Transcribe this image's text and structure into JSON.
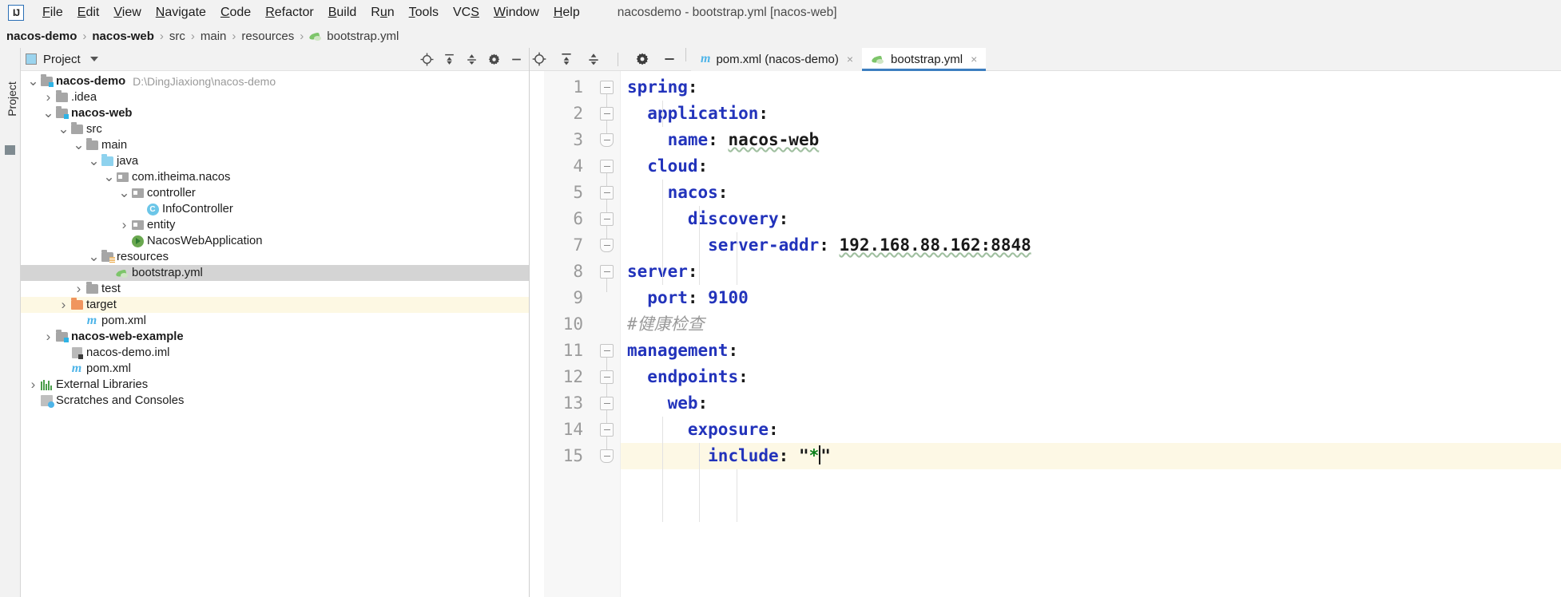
{
  "window": {
    "title": "nacosdemo - bootstrap.yml [nacos-web]",
    "logo": "IJ"
  },
  "menu": {
    "items": [
      {
        "label": "File",
        "mnemonic": "F"
      },
      {
        "label": "Edit",
        "mnemonic": "E"
      },
      {
        "label": "View",
        "mnemonic": "V"
      },
      {
        "label": "Navigate",
        "mnemonic": "N"
      },
      {
        "label": "Code",
        "mnemonic": "C"
      },
      {
        "label": "Refactor",
        "mnemonic": "R"
      },
      {
        "label": "Build",
        "mnemonic": "B"
      },
      {
        "label": "Run",
        "mnemonic": "u"
      },
      {
        "label": "Tools",
        "mnemonic": "T"
      },
      {
        "label": "VCS",
        "mnemonic": "S"
      },
      {
        "label": "Window",
        "mnemonic": "W"
      },
      {
        "label": "Help",
        "mnemonic": "H"
      }
    ]
  },
  "breadcrumb": {
    "items": [
      "nacos-demo",
      "nacos-web",
      "src",
      "main",
      "resources",
      "bootstrap.yml"
    ],
    "separator": "›",
    "file_icon": "yaml-file-icon"
  },
  "toolwindow": {
    "vertical_tab": "Project"
  },
  "project_panel": {
    "title": "Project",
    "dropdown_icon": "chevron-down-icon",
    "actions": [
      {
        "name": "locate-icon",
        "glyph": "⊕"
      },
      {
        "name": "expand-all-icon",
        "glyph": "⇱"
      },
      {
        "name": "collapse-all-icon",
        "glyph": "⇲"
      },
      {
        "name": "settings-gear-icon",
        "glyph": "⚙"
      },
      {
        "name": "hide-panel-icon",
        "glyph": "—"
      }
    ],
    "tree": [
      {
        "label": "nacos-demo",
        "note": "D:\\DingJiaxiong\\nacos-demo",
        "indent": 0,
        "arrow": "down",
        "icon": "module-folder-icon",
        "bold": true,
        "state": "normal"
      },
      {
        "label": ".idea",
        "note": "",
        "indent": 1,
        "arrow": "right",
        "icon": "folder-icon",
        "bold": false,
        "state": "normal"
      },
      {
        "label": "nacos-web",
        "note": "",
        "indent": 1,
        "arrow": "down",
        "icon": "module-folder-icon",
        "bold": true,
        "state": "normal"
      },
      {
        "label": "src",
        "note": "",
        "indent": 2,
        "arrow": "down",
        "icon": "folder-icon",
        "bold": false,
        "state": "normal"
      },
      {
        "label": "main",
        "note": "",
        "indent": 3,
        "arrow": "down",
        "icon": "folder-icon",
        "bold": false,
        "state": "normal"
      },
      {
        "label": "java",
        "note": "",
        "indent": 4,
        "arrow": "down",
        "icon": "source-folder-icon",
        "bold": false,
        "state": "normal"
      },
      {
        "label": "com.itheima.nacos",
        "note": "",
        "indent": 5,
        "arrow": "down",
        "icon": "package-icon",
        "bold": false,
        "state": "normal"
      },
      {
        "label": "controller",
        "note": "",
        "indent": 6,
        "arrow": "down",
        "icon": "package-icon",
        "bold": false,
        "state": "normal"
      },
      {
        "label": "InfoController",
        "note": "",
        "indent": 7,
        "arrow": "none",
        "icon": "java-class-icon",
        "bold": false,
        "state": "normal"
      },
      {
        "label": "entity",
        "note": "",
        "indent": 6,
        "arrow": "right",
        "icon": "package-icon",
        "bold": false,
        "state": "normal"
      },
      {
        "label": "NacosWebApplication",
        "note": "",
        "indent": 6,
        "arrow": "none",
        "icon": "spring-boot-icon",
        "bold": false,
        "state": "normal"
      },
      {
        "label": "resources",
        "note": "",
        "indent": 4,
        "arrow": "down",
        "icon": "resources-folder-icon",
        "bold": false,
        "state": "normal"
      },
      {
        "label": "bootstrap.yml",
        "note": "",
        "indent": 5,
        "arrow": "none",
        "icon": "yaml-file-icon",
        "bold": false,
        "state": "selected"
      },
      {
        "label": "test",
        "note": "",
        "indent": 3,
        "arrow": "right",
        "icon": "folder-icon",
        "bold": false,
        "state": "normal"
      },
      {
        "label": "target",
        "note": "",
        "indent": 2,
        "arrow": "right",
        "icon": "excluded-folder-icon",
        "bold": false,
        "state": "highlight"
      },
      {
        "label": "pom.xml",
        "note": "",
        "indent": 3,
        "arrow": "none",
        "icon": "maven-file-icon",
        "bold": false,
        "state": "normal"
      },
      {
        "label": "nacos-web-example",
        "note": "",
        "indent": 1,
        "arrow": "right",
        "icon": "module-folder-icon",
        "bold": true,
        "state": "normal"
      },
      {
        "label": "nacos-demo.iml",
        "note": "",
        "indent": 2,
        "arrow": "none",
        "icon": "iml-file-icon",
        "bold": false,
        "state": "normal"
      },
      {
        "label": "pom.xml",
        "note": "",
        "indent": 2,
        "arrow": "none",
        "icon": "maven-file-icon",
        "bold": false,
        "state": "normal"
      },
      {
        "label": "External Libraries",
        "note": "",
        "indent": 0,
        "arrow": "right",
        "icon": "libraries-icon",
        "bold": false,
        "state": "normal"
      },
      {
        "label": "Scratches and Consoles",
        "note": "",
        "indent": 0,
        "arrow": "none",
        "icon": "scratches-icon",
        "bold": false,
        "state": "normal"
      }
    ]
  },
  "editor": {
    "tabs": [
      {
        "label": "pom.xml (nacos-demo)",
        "icon": "maven-file-icon",
        "active": false,
        "close": "×"
      },
      {
        "label": "bootstrap.yml",
        "icon": "yaml-file-icon",
        "active": true,
        "close": "×"
      }
    ],
    "active_tab_accent": "#3d7ec0",
    "line_numbers": [
      "1",
      "2",
      "3",
      "4",
      "5",
      "6",
      "7",
      "8",
      "9",
      "10",
      "11",
      "12",
      "13",
      "14",
      "15"
    ],
    "lines": [
      {
        "n": 1,
        "indent": 0,
        "key": "spring",
        "value": "",
        "type": "map",
        "fold": "start",
        "highlight": false
      },
      {
        "n": 2,
        "indent": 1,
        "key": "application",
        "value": "",
        "type": "map",
        "fold": "start",
        "highlight": false
      },
      {
        "n": 3,
        "indent": 2,
        "key": "name",
        "value": "nacos-web",
        "type": "scalar",
        "fold": "end",
        "highlight": false
      },
      {
        "n": 4,
        "indent": 1,
        "key": "cloud",
        "value": "",
        "type": "map",
        "fold": "start",
        "highlight": false
      },
      {
        "n": 5,
        "indent": 2,
        "key": "nacos",
        "value": "",
        "type": "map",
        "fold": "start",
        "highlight": false
      },
      {
        "n": 6,
        "indent": 3,
        "key": "discovery",
        "value": "",
        "type": "map",
        "fold": "start",
        "highlight": false
      },
      {
        "n": 7,
        "indent": 4,
        "key": "server-addr",
        "value": "192.168.88.162:8848",
        "type": "scalar",
        "fold": "end",
        "highlight": false
      },
      {
        "n": 8,
        "indent": 0,
        "key": "server",
        "value": "",
        "type": "map",
        "fold": "start",
        "highlight": false
      },
      {
        "n": 9,
        "indent": 1,
        "key": "port",
        "value": "9100",
        "type": "number",
        "fold": "none",
        "highlight": false
      },
      {
        "n": 10,
        "indent": 0,
        "key": "",
        "value": "#健康检查",
        "type": "comment",
        "fold": "none",
        "highlight": false
      },
      {
        "n": 11,
        "indent": 0,
        "key": "management",
        "value": "",
        "type": "map",
        "fold": "start",
        "highlight": false
      },
      {
        "n": 12,
        "indent": 1,
        "key": "endpoints",
        "value": "",
        "type": "map",
        "fold": "start",
        "highlight": false
      },
      {
        "n": 13,
        "indent": 2,
        "key": "web",
        "value": "",
        "type": "map",
        "fold": "start",
        "highlight": false
      },
      {
        "n": 14,
        "indent": 3,
        "key": "exposure",
        "value": "",
        "type": "map",
        "fold": "start",
        "highlight": false
      },
      {
        "n": 15,
        "indent": 4,
        "key": "include",
        "value": "\"*\"",
        "type": "string",
        "fold": "end",
        "highlight": true
      }
    ]
  },
  "colors": {
    "key": "#2233bb",
    "value": "#1a1a1a",
    "string": "#067d17",
    "comment": "#9a9a9a",
    "selection": "#d4d4d4",
    "highlight_row": "#fdf8e5",
    "accent": "#3d7ec0"
  }
}
